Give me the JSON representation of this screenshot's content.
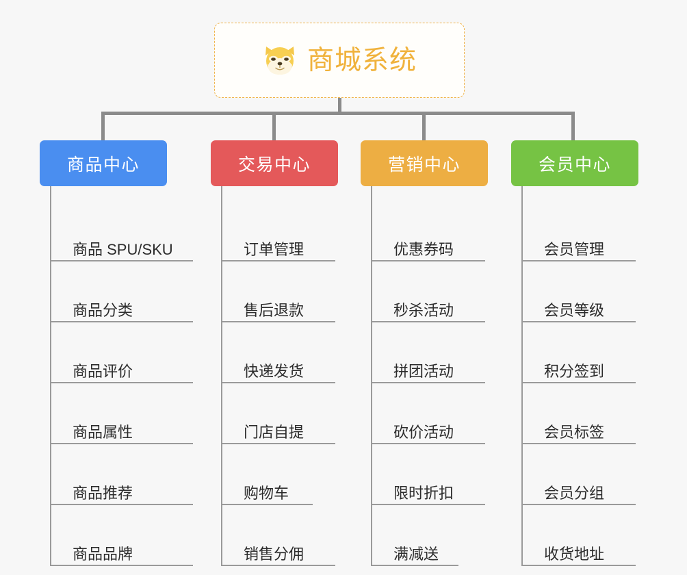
{
  "page": {
    "background_color": "#f7f7f7",
    "connector_color": "#8b8b8b"
  },
  "root": {
    "title": "商城系统",
    "icon": "shiba-dog-icon",
    "text_color": "#f0b23c",
    "border_color": "#f0b44a"
  },
  "columns": [
    {
      "title": "商品中心",
      "color": "#4a8ef0",
      "items": [
        "商品 SPU/SKU",
        "商品分类",
        "商品评价",
        "商品属性",
        "商品推荐",
        "商品品牌"
      ]
    },
    {
      "title": "交易中心",
      "color": "#e4595a",
      "items": [
        "订单管理",
        "售后退款",
        "快递发货",
        "门店自提",
        "购物车",
        "销售分佣"
      ]
    },
    {
      "title": "营销中心",
      "color": "#edae43",
      "items": [
        "优惠券码",
        "秒杀活动",
        "拼团活动",
        "砍价活动",
        "限时折扣",
        "满减送"
      ]
    },
    {
      "title": "会员中心",
      "color": "#76c344",
      "items": [
        "会员管理",
        "会员等级",
        "积分签到",
        "会员标签",
        "会员分组",
        "收货地址"
      ]
    }
  ]
}
